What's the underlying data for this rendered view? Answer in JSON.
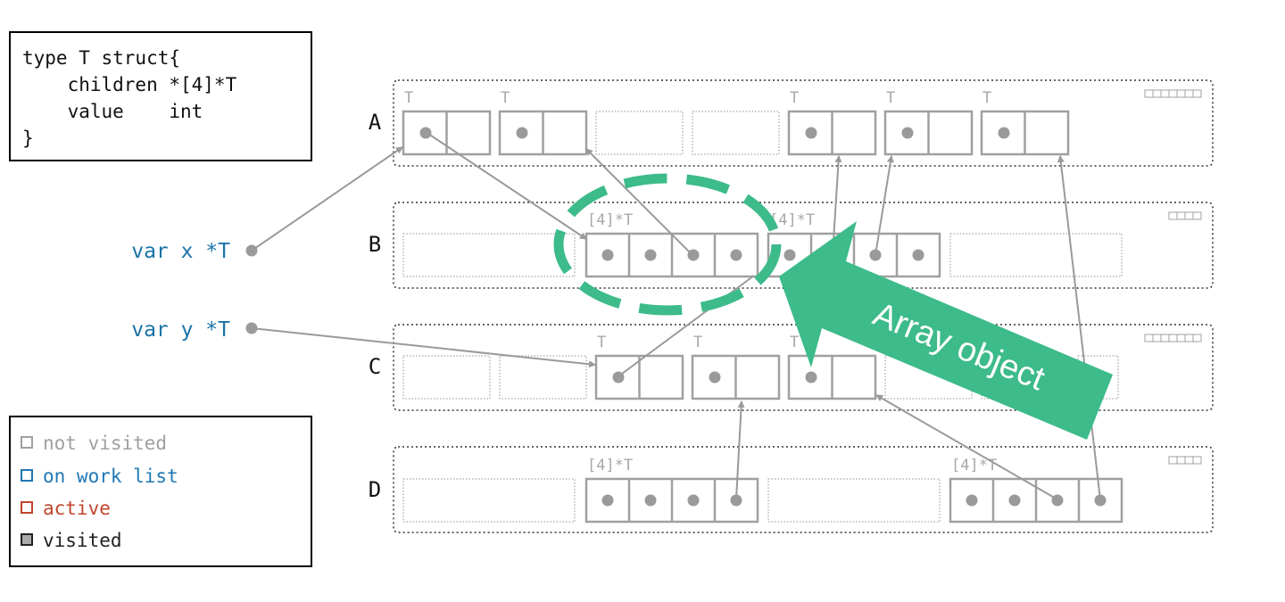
{
  "code_box": {
    "lines": [
      "type T struct{",
      "    children *[4]*T",
      "    value    int",
      "}"
    ]
  },
  "vars": [
    {
      "label": "var x *T"
    },
    {
      "label": "var y *T"
    }
  ],
  "spans": [
    {
      "label": "A",
      "bitmap_cells": 7,
      "slot_labels": [
        "T",
        "T",
        "",
        "",
        "T",
        "T",
        "T"
      ]
    },
    {
      "label": "B",
      "bitmap_cells": 4,
      "slot_labels": [
        "",
        "[4]*T",
        "[4]*T",
        ""
      ]
    },
    {
      "label": "C",
      "bitmap_cells": 7,
      "slot_labels": [
        "",
        "",
        "T",
        "T",
        "T",
        "",
        "",
        ""
      ]
    },
    {
      "label": "D",
      "bitmap_cells": 4,
      "slot_labels": [
        "",
        "[4]*T",
        "",
        "[4]*T"
      ]
    }
  ],
  "legend": [
    {
      "label": "not visited",
      "color": "#a0a0a0",
      "fill": "#ffffff"
    },
    {
      "label": "on work list",
      "color": "#1f77b4",
      "fill": "#ffffff"
    },
    {
      "label": "active",
      "color": "#c2452d",
      "fill": "#ffffff"
    },
    {
      "label": "visited",
      "color": "#222222",
      "fill": "#aaaaaa"
    }
  ],
  "callout": {
    "text": "Array object",
    "color": "#3dbb8a"
  },
  "colors": {
    "object_stroke": "#a0a0a0",
    "var_text": "#1a73a8",
    "text": "#111111"
  }
}
